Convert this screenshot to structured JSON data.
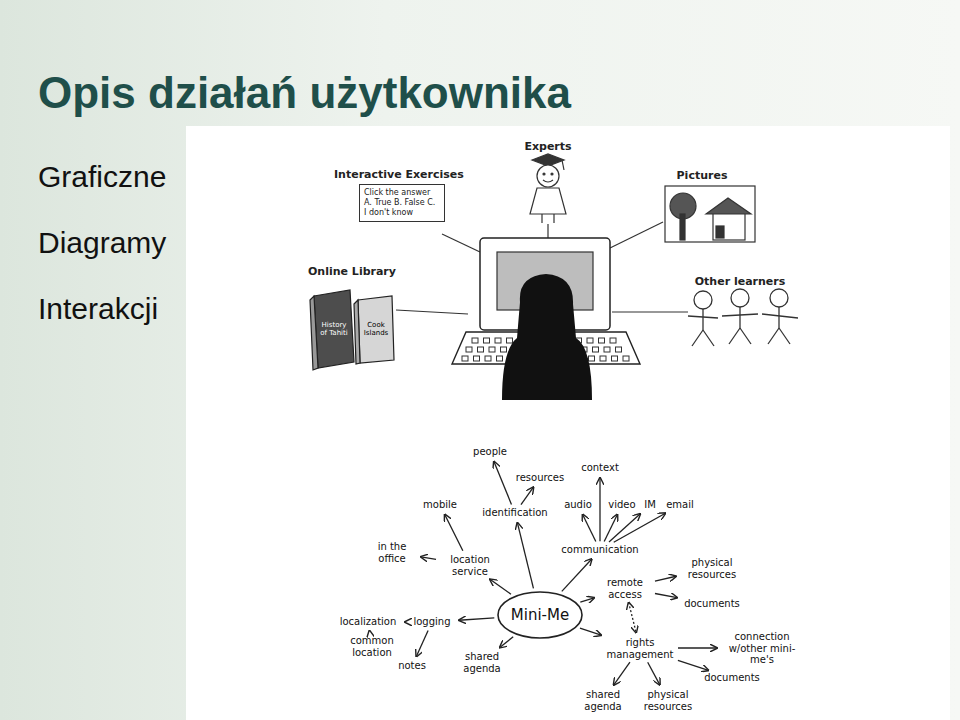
{
  "diagram": {
    "title": "Opis działań użytkownika",
    "nodes": [
      {
        "text": [
          "Interactive Exercises",
          "Click the answer A. True B. False C. I don't know"
        ]
      },
      {
        "text": [
          "Mini-Me"
        ]
      },
      {
        "text": [
          "identification"
        ]
      },
      {
        "text": [
          "people"
        ]
      },
      {
        "text": [
          "resources"
        ]
      },
      {
        "text": [
          "communication"
        ]
      },
      {
        "text": [
          "context"
        ]
      },
      {
        "text": [
          "audio"
        ]
      },
      {
        "text": [
          "video"
        ]
      },
      {
        "text": [
          "IM"
        ]
      },
      {
        "text": [
          "email"
        ]
      },
      {
        "text": [
          "location service"
        ]
      },
      {
        "text": [
          "mobile"
        ]
      },
      {
        "text": [
          "in the office"
        ]
      },
      {
        "text": [
          "remote access"
        ]
      },
      {
        "text": [
          "physical resources"
        ]
      },
      {
        "text": [
          "documents"
        ]
      },
      {
        "text": [
          "rights management"
        ]
      },
      {
        "text": [
          "connection w/other mini-me's"
        ]
      },
      {
        "text": [
          "documents"
        ]
      },
      {
        "text": [
          "physical resources"
        ]
      },
      {
        "text": [
          "shared agenda"
        ]
      },
      {
        "text": [
          "logging"
        ]
      },
      {
        "text": [
          "localization"
        ]
      },
      {
        "text": [
          "common location"
        ]
      },
      {
        "text": [
          "notes"
        ]
      },
      {
        "text": [
          "shared agenda"
        ]
      }
    ],
    "edges": [
      {
        "from": 1,
        "to": 2,
        "arrow": "to"
      },
      {
        "from": 2,
        "to": 3,
        "arrow": "to"
      },
      {
        "from": 2,
        "to": 4,
        "arrow": "to"
      },
      {
        "from": 1,
        "to": 5,
        "arrow": "to"
      },
      {
        "from": 5,
        "to": 6,
        "arrow": "to"
      },
      {
        "from": 5,
        "to": 7,
        "arrow": "to"
      },
      {
        "from": 5,
        "to": 8,
        "arrow": "to"
      },
      {
        "from": 5,
        "to": 9,
        "arrow": "to"
      },
      {
        "from": 5,
        "to": 10,
        "arrow": "to"
      },
      {
        "from": 1,
        "to": 11,
        "arrow": "to"
      },
      {
        "from": 11,
        "to": 12,
        "arrow": "to"
      },
      {
        "from": 11,
        "to": 13,
        "arrow": "to"
      },
      {
        "from": 1,
        "to": 14,
        "arrow": "to"
      },
      {
        "from": 14,
        "to": 15,
        "arrow": "to"
      },
      {
        "from": 14,
        "to": 16,
        "arrow": "to"
      },
      {
        "from": 14,
        "to": 17,
        "arrow": "both"
      },
      {
        "from": 1,
        "to": 17,
        "arrow": "to"
      },
      {
        "from": 17,
        "to": 18,
        "arrow": "to"
      },
      {
        "from": 17,
        "to": 19,
        "arrow": "to"
      },
      {
        "from": 17,
        "to": 20,
        "arrow": "to"
      },
      {
        "from": 17,
        "to": 21,
        "arrow": "to"
      },
      {
        "from": 1,
        "to": 22,
        "arrow": "to"
      },
      {
        "from": 22,
        "to": 23,
        "arrow": "to"
      },
      {
        "from": 23,
        "to": 24,
        "arrow": "to"
      },
      {
        "from": 22,
        "to": 25,
        "arrow": "to"
      },
      {
        "from": 1,
        "to": 26,
        "arrow": "to"
      }
    ],
    "labels": [
      "Experts",
      "Pictures",
      "Online Library",
      "History of Tahiti",
      "Cook Islands",
      "Other learners",
      "Graficzne",
      "Diagramy",
      "Interakcji"
    ]
  }
}
